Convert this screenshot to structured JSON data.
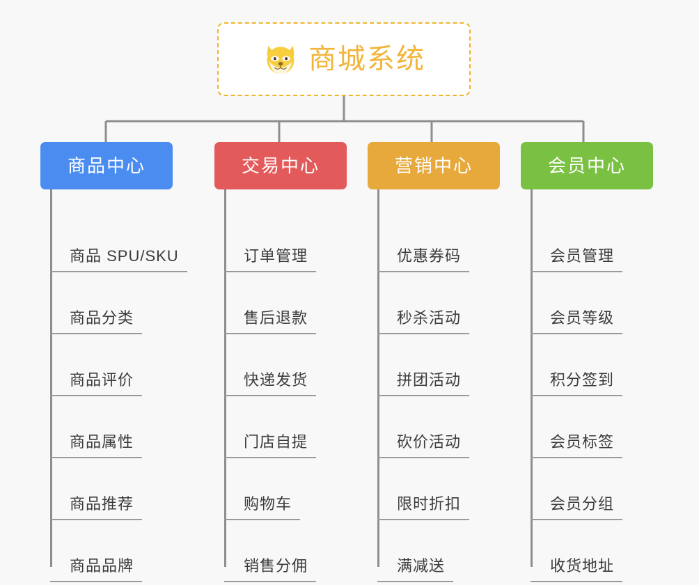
{
  "page": {
    "background_color": "#f8f8f8",
    "type": "mind-map"
  },
  "root": {
    "title": "商城系统",
    "icon": "shiba-dog-face-icon",
    "text_color": "#f2b53c",
    "border_color": "#f0b429",
    "background_color": "#ffffff"
  },
  "connector": {
    "color": "#8e8e8e"
  },
  "branches": [
    {
      "label": "商品中心",
      "color": "#4a8cf0",
      "items": [
        "商品 SPU/SKU",
        "商品分类",
        "商品评价",
        "商品属性",
        "商品推荐",
        "商品品牌"
      ]
    },
    {
      "label": "交易中心",
      "color": "#e25a5a",
      "items": [
        "订单管理",
        "售后退款",
        "快递发货",
        "门店自提",
        "购物车",
        "销售分佣"
      ]
    },
    {
      "label": "营销中心",
      "color": "#e8a93c",
      "items": [
        "优惠券码",
        "秒杀活动",
        "拼团活动",
        "砍价活动",
        "限时折扣",
        "满减送"
      ]
    },
    {
      "label": "会员中心",
      "color": "#7ac143",
      "items": [
        "会员管理",
        "会员等级",
        "积分签到",
        "会员标签",
        "会员分组",
        "收货地址"
      ]
    }
  ]
}
